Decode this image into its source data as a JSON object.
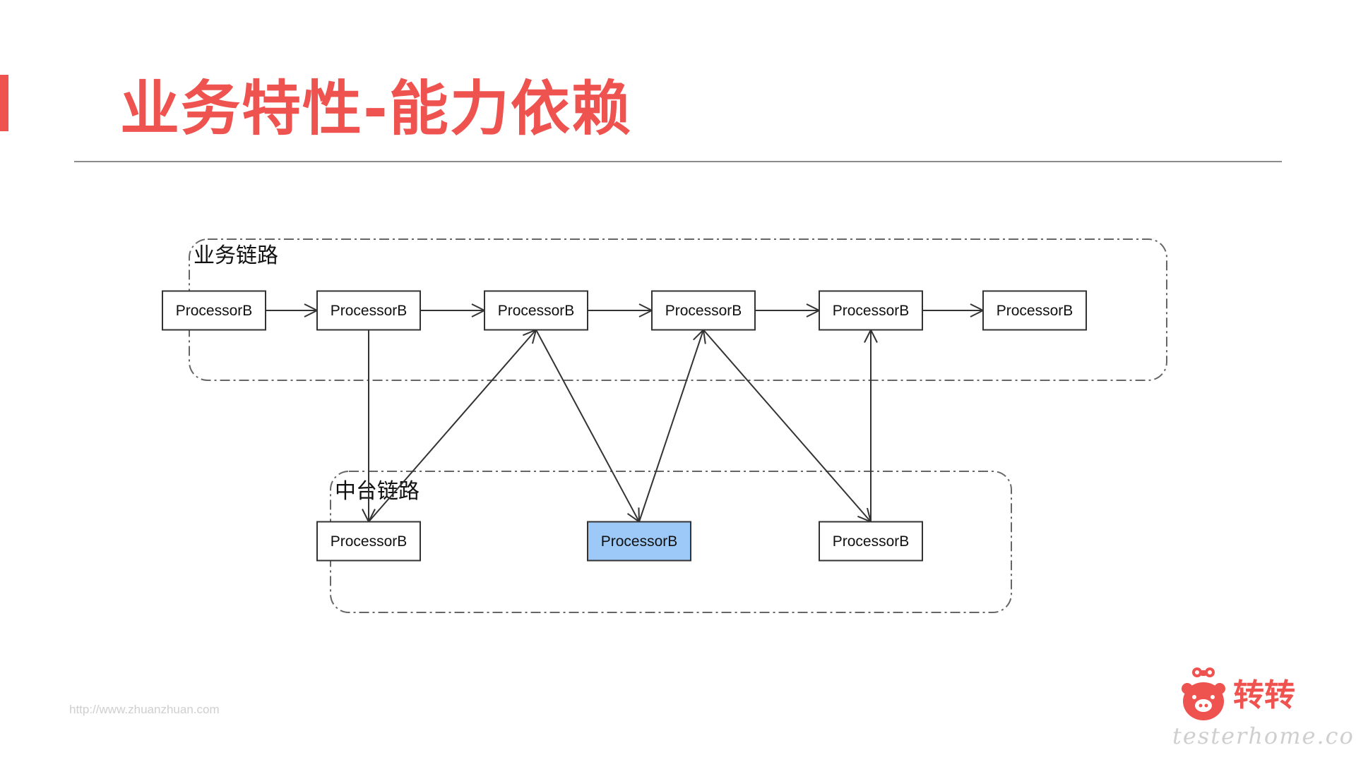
{
  "slide": {
    "title": "业务特性-能力依赖",
    "footer_url": "http://www.zhuanzhuan.com",
    "brand_name": "转转",
    "watermark": "testerhome.com"
  },
  "diagram": {
    "groups": [
      {
        "id": "business",
        "label": "业务链路"
      },
      {
        "id": "platform",
        "label": "中台链路"
      }
    ],
    "nodes": [
      {
        "id": "b1",
        "group": "business",
        "label": "ProcessorB",
        "highlighted": false
      },
      {
        "id": "b2",
        "group": "business",
        "label": "ProcessorB",
        "highlighted": false
      },
      {
        "id": "b3",
        "group": "business",
        "label": "ProcessorB",
        "highlighted": false
      },
      {
        "id": "b4",
        "group": "business",
        "label": "ProcessorB",
        "highlighted": false
      },
      {
        "id": "b5",
        "group": "business",
        "label": "ProcessorB",
        "highlighted": false
      },
      {
        "id": "b6",
        "group": "business",
        "label": "ProcessorB",
        "highlighted": false
      },
      {
        "id": "p1",
        "group": "platform",
        "label": "ProcessorB",
        "highlighted": false
      },
      {
        "id": "p2",
        "group": "platform",
        "label": "ProcessorB",
        "highlighted": true
      },
      {
        "id": "p3",
        "group": "platform",
        "label": "ProcessorB",
        "highlighted": false
      }
    ],
    "edges": [
      {
        "from": "b1",
        "to": "b2"
      },
      {
        "from": "b2",
        "to": "b3"
      },
      {
        "from": "b3",
        "to": "b4"
      },
      {
        "from": "b4",
        "to": "b5"
      },
      {
        "from": "b5",
        "to": "b6"
      },
      {
        "from": "b2",
        "to": "p1"
      },
      {
        "from": "p1",
        "to": "b3"
      },
      {
        "from": "b3",
        "to": "p2"
      },
      {
        "from": "p2",
        "to": "b4"
      },
      {
        "from": "b4",
        "to": "p3"
      },
      {
        "from": "p3",
        "to": "b5"
      }
    ],
    "colors": {
      "stroke": "#333333",
      "node_fill": "#ffffff",
      "highlight_fill": "#9cc9f7",
      "group_border": "#666666"
    }
  }
}
